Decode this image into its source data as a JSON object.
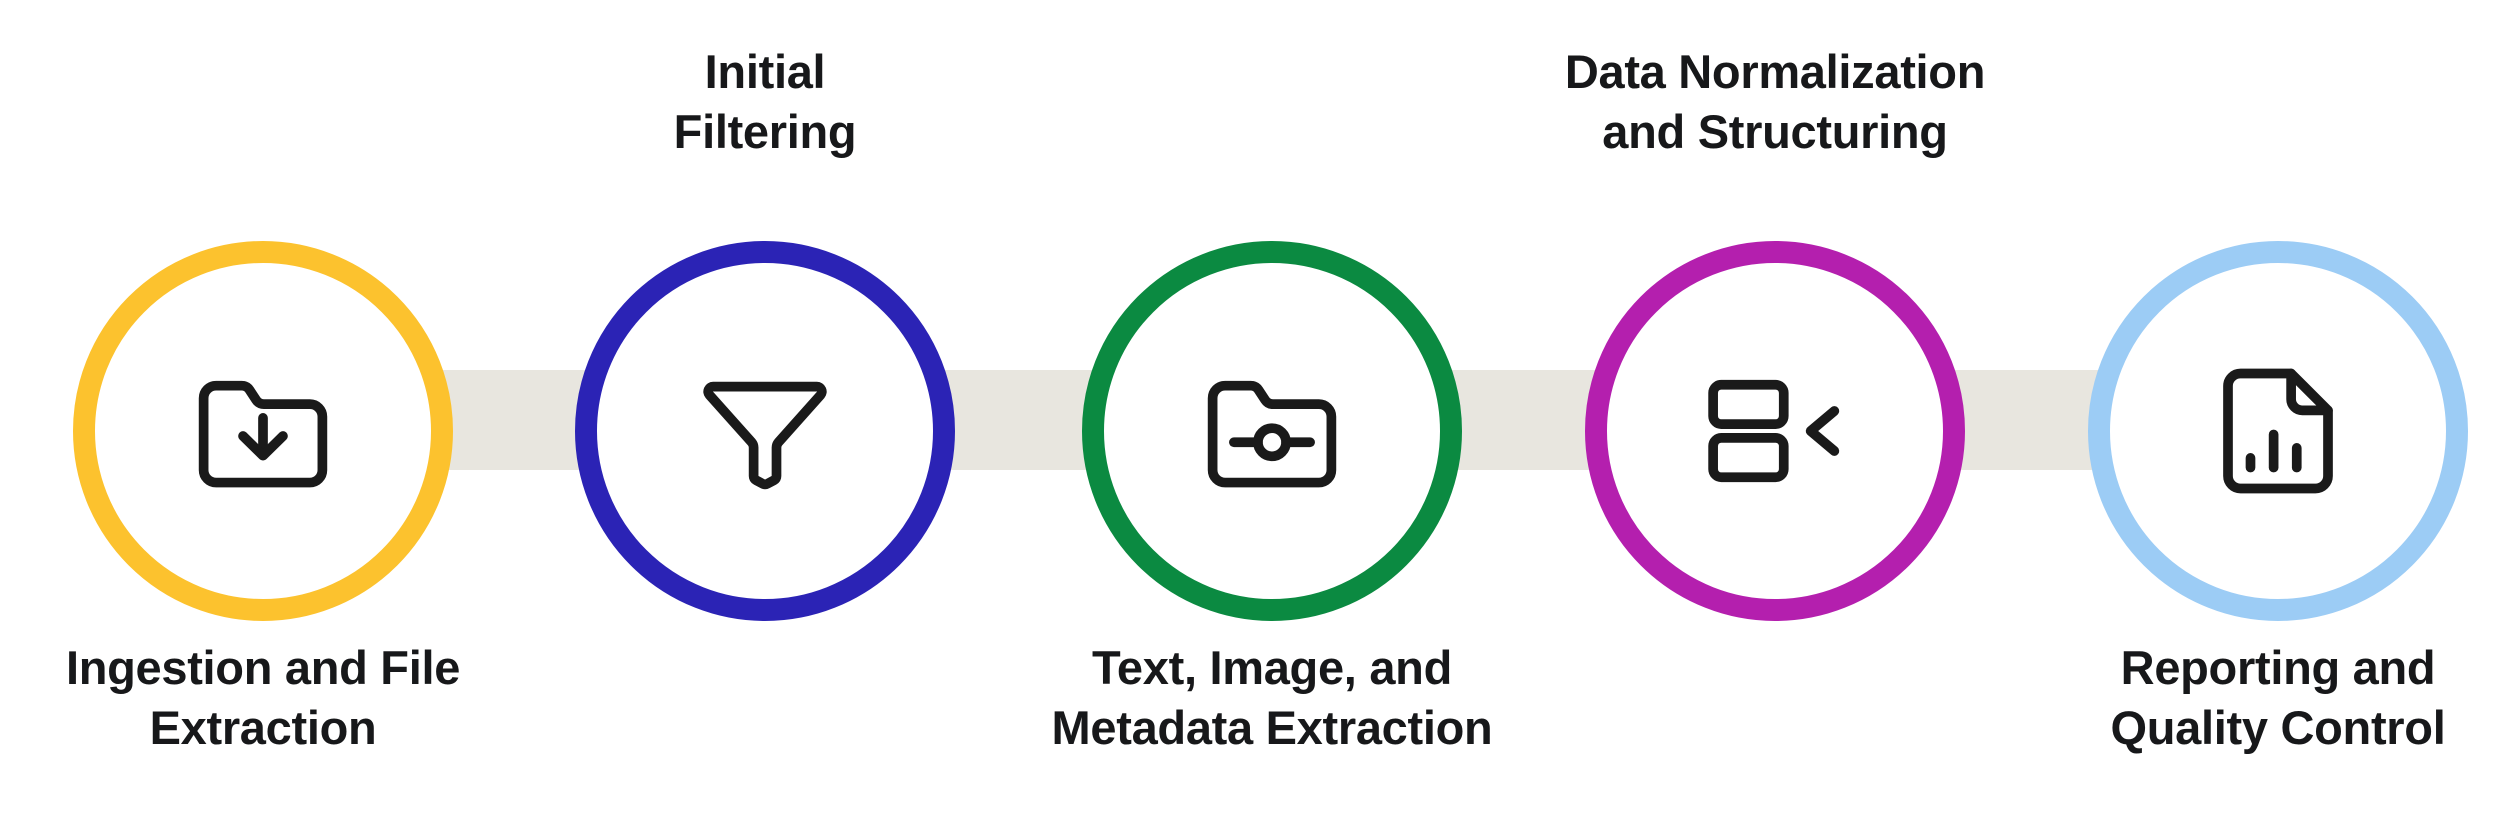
{
  "diagram": {
    "type": "horizontal-process-flow",
    "background_color": "#ffffff",
    "connector_color": "#E8E6DF",
    "icon_color": "#1a1a1a",
    "text_color": "#17181a",
    "steps": [
      {
        "index": 1,
        "label": "Ingestion and File\nExtraction",
        "label_position": "below",
        "ring_color": "#FCC22E",
        "icon": "folder-download-icon"
      },
      {
        "index": 2,
        "label": "Initial\nFiltering",
        "label_position": "above",
        "ring_color": "#2B23B5",
        "icon": "funnel-filter-icon"
      },
      {
        "index": 3,
        "label": "Text, Image, and\nMetadata Extraction",
        "label_position": "below",
        "ring_color": "#0B8A41",
        "icon": "folder-node-icon"
      },
      {
        "index": 4,
        "label": "Data Normalization\nand Structuring",
        "label_position": "above",
        "ring_color": "#B41FAE",
        "icon": "structure-merge-icon"
      },
      {
        "index": 5,
        "label": "Reporting and\nQuality Control",
        "label_position": "below",
        "ring_color": "#9CCCF5",
        "icon": "document-barchart-icon"
      }
    ]
  }
}
